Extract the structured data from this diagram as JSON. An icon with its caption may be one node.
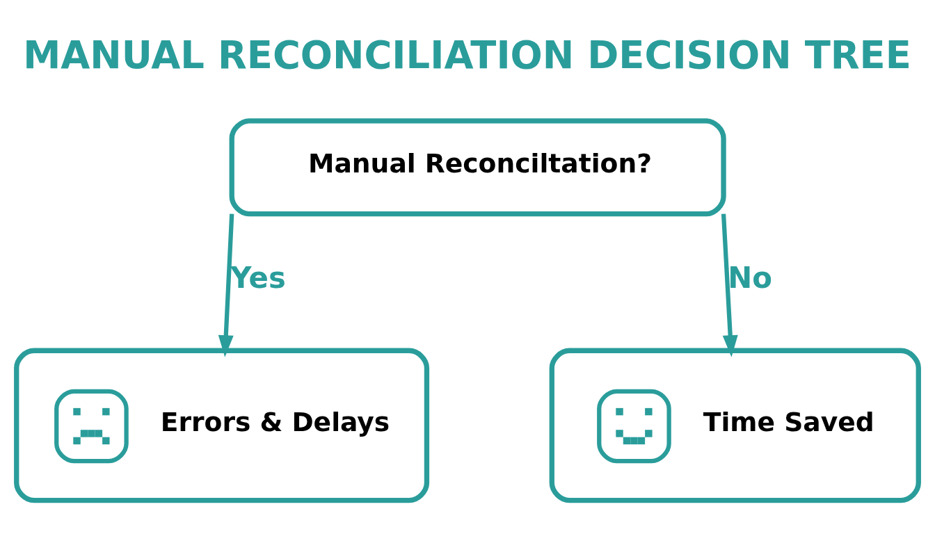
{
  "diagram": {
    "title": "MANUAL RECONCILIATION DECISION TREE",
    "nodes": [
      {
        "text": [
          "Manual Reconciltation?"
        ]
      },
      {
        "text": [
          "Errors & Delays"
        ]
      },
      {
        "text": [
          "Time Saved"
        ]
      }
    ],
    "edges": [
      {
        "from": 0,
        "to": 1,
        "arrow": "to",
        "label": "Yes"
      },
      {
        "from": 0,
        "to": 2,
        "arrow": "to",
        "label": "No"
      }
    ]
  }
}
